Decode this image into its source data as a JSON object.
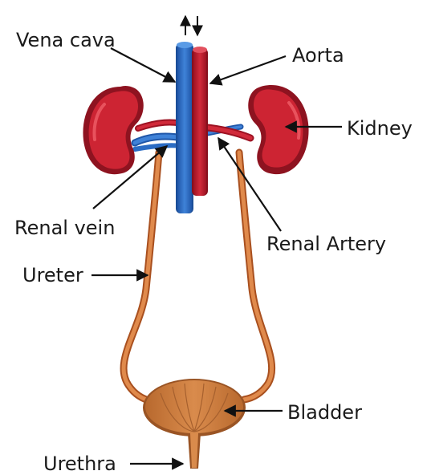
{
  "labels": {
    "vena_cava": "Vena cava",
    "aorta": "Aorta",
    "kidney": "Kidney",
    "renal_vein": "Renal vein",
    "renal_artery": "Renal Artery",
    "ureter": "Ureter",
    "bladder": "Bladder",
    "urethra": "Urethra"
  },
  "colors": {
    "kidney": "#c8202e",
    "kidney_dark": "#8e1320",
    "vena_cava": "#2b6cc4",
    "aorta": "#b8172a",
    "ureter": "#d8743a",
    "bladder": "#c97a3c",
    "arrow": "#111111"
  }
}
